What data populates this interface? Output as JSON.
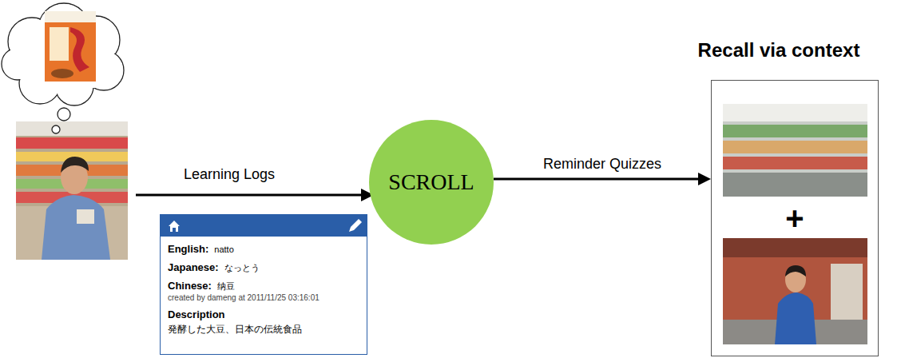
{
  "diagram": {
    "nodes": [
      {
        "text": [
          "English:",
          "natto",
          "Japanese:",
          "なっとう",
          "Chinese:",
          "纳豆",
          "created by dameng at 2011/11/25 03:16:01",
          "Description",
          "発酵した大豆、日本の伝統食品"
        ]
      },
      {
        "text": [
          "SCROLL"
        ]
      },
      {
        "text": [
          "Recall via context",
          "+"
        ]
      }
    ],
    "edges": [
      {
        "from": 1,
        "to": 2,
        "label": "Reminder Quizzes",
        "arrow": "to"
      }
    ],
    "labels": [
      "Learning Logs"
    ]
  }
}
